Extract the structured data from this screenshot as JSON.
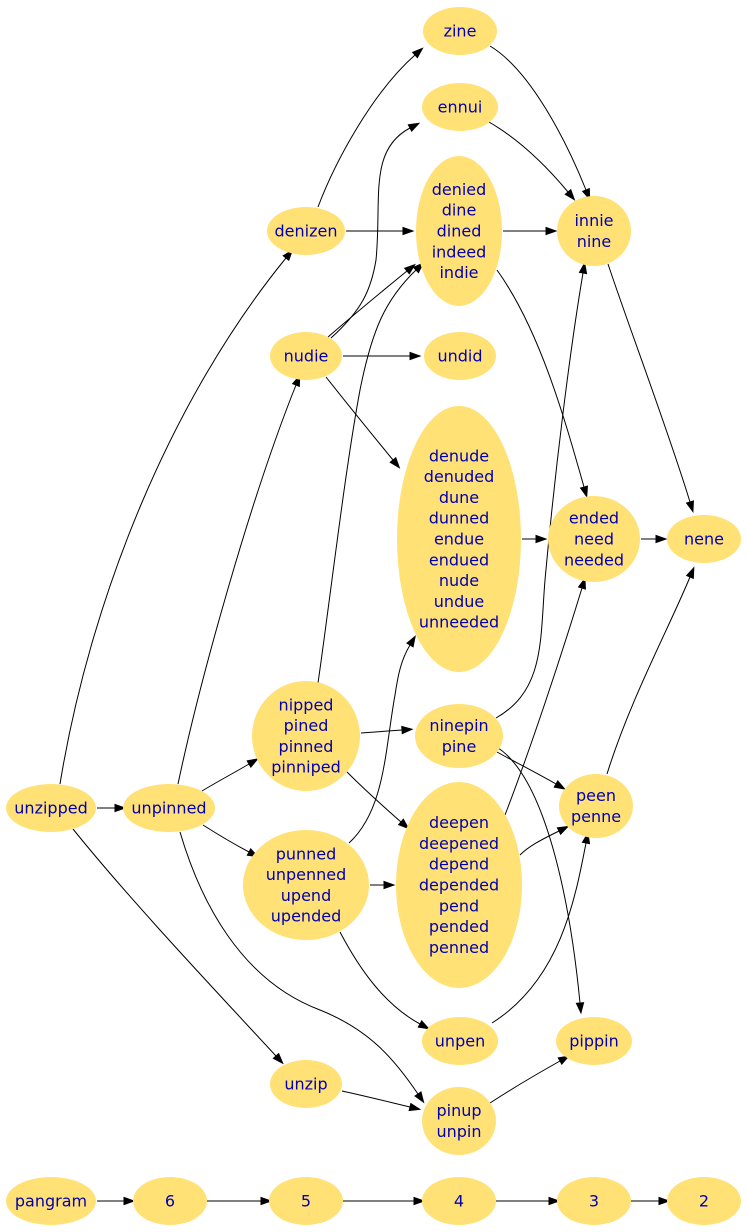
{
  "nodes": [
    {
      "id": "zine",
      "lines": [
        "zine"
      ]
    },
    {
      "id": "ennui",
      "lines": [
        "ennui"
      ]
    },
    {
      "id": "d",
      "lines": [
        "denied",
        "dine",
        "dined",
        "indeed",
        "indie"
      ]
    },
    {
      "id": "innie",
      "lines": [
        "innie",
        "nine"
      ]
    },
    {
      "id": "denizen",
      "lines": [
        "denizen"
      ]
    },
    {
      "id": "nudie",
      "lines": [
        "nudie"
      ]
    },
    {
      "id": "undid",
      "lines": [
        "undid"
      ]
    },
    {
      "id": "denude",
      "lines": [
        "denude",
        "denuded",
        "dune",
        "dunned",
        "endue",
        "endued",
        "nude",
        "undue",
        "unneeded"
      ]
    },
    {
      "id": "ended",
      "lines": [
        "ended",
        "need",
        "needed"
      ]
    },
    {
      "id": "nene",
      "lines": [
        "nene"
      ]
    },
    {
      "id": "nipped",
      "lines": [
        "nipped",
        "pined",
        "pinned",
        "pinniped"
      ]
    },
    {
      "id": "ninepin",
      "lines": [
        "ninepin",
        "pine"
      ]
    },
    {
      "id": "peen",
      "lines": [
        "peen",
        "penne"
      ]
    },
    {
      "id": "unzipped",
      "lines": [
        "unzipped"
      ]
    },
    {
      "id": "unpinned",
      "lines": [
        "unpinned"
      ]
    },
    {
      "id": "punned",
      "lines": [
        "punned",
        "unpenned",
        "upend",
        "upended"
      ]
    },
    {
      "id": "deepen",
      "lines": [
        "deepen",
        "deepened",
        "depend",
        "depended",
        "pend",
        "pended",
        "penned"
      ]
    },
    {
      "id": "unpen",
      "lines": [
        "unpen"
      ]
    },
    {
      "id": "pippin",
      "lines": [
        "pippin"
      ]
    },
    {
      "id": "unzip",
      "lines": [
        "unzip"
      ]
    },
    {
      "id": "pinup",
      "lines": [
        "pinup",
        "unpin"
      ]
    },
    {
      "id": "pangram",
      "lines": [
        "pangram"
      ]
    },
    {
      "id": "n6",
      "lines": [
        "6"
      ]
    },
    {
      "id": "n5",
      "lines": [
        "5"
      ]
    },
    {
      "id": "n4",
      "lines": [
        "4"
      ]
    },
    {
      "id": "n3",
      "lines": [
        "3"
      ]
    },
    {
      "id": "n2",
      "lines": [
        "2"
      ]
    }
  ],
  "edges": [
    {
      "from": "denizen",
      "to": "zine"
    },
    {
      "from": "denizen",
      "to": "d"
    },
    {
      "from": "nudie",
      "to": "ennui"
    },
    {
      "from": "nudie",
      "to": "d"
    },
    {
      "from": "nudie",
      "to": "undid"
    },
    {
      "from": "nudie",
      "to": "denude"
    },
    {
      "from": "zine",
      "to": "innie"
    },
    {
      "from": "ennui",
      "to": "innie"
    },
    {
      "from": "d",
      "to": "innie"
    },
    {
      "from": "d",
      "to": "ended"
    },
    {
      "from": "innie",
      "to": "nene"
    },
    {
      "from": "denude",
      "to": "ended"
    },
    {
      "from": "ended",
      "to": "nene"
    },
    {
      "from": "nipped",
      "to": "d"
    },
    {
      "from": "nipped",
      "to": "ninepin"
    },
    {
      "from": "nipped",
      "to": "deepen"
    },
    {
      "from": "ninepin",
      "to": "innie"
    },
    {
      "from": "ninepin",
      "to": "peen"
    },
    {
      "from": "ninepin",
      "to": "pippin"
    },
    {
      "from": "peen",
      "to": "nene"
    },
    {
      "from": "unzipped",
      "to": "denizen"
    },
    {
      "from": "unzipped",
      "to": "unpinned"
    },
    {
      "from": "unzipped",
      "to": "unzip"
    },
    {
      "from": "unpinned",
      "to": "nudie"
    },
    {
      "from": "unpinned",
      "to": "nipped"
    },
    {
      "from": "unpinned",
      "to": "punned"
    },
    {
      "from": "unpinned",
      "to": "pinup"
    },
    {
      "from": "punned",
      "to": "denude"
    },
    {
      "from": "punned",
      "to": "deepen"
    },
    {
      "from": "punned",
      "to": "unpen"
    },
    {
      "from": "deepen",
      "to": "ended"
    },
    {
      "from": "deepen",
      "to": "peen"
    },
    {
      "from": "unpen",
      "to": "peen"
    },
    {
      "from": "unzip",
      "to": "pinup"
    },
    {
      "from": "pinup",
      "to": "pippin"
    },
    {
      "from": "pangram",
      "to": "n6"
    },
    {
      "from": "n6",
      "to": "n5"
    },
    {
      "from": "n5",
      "to": "n4"
    },
    {
      "from": "n4",
      "to": "n3"
    },
    {
      "from": "n3",
      "to": "n2"
    }
  ]
}
